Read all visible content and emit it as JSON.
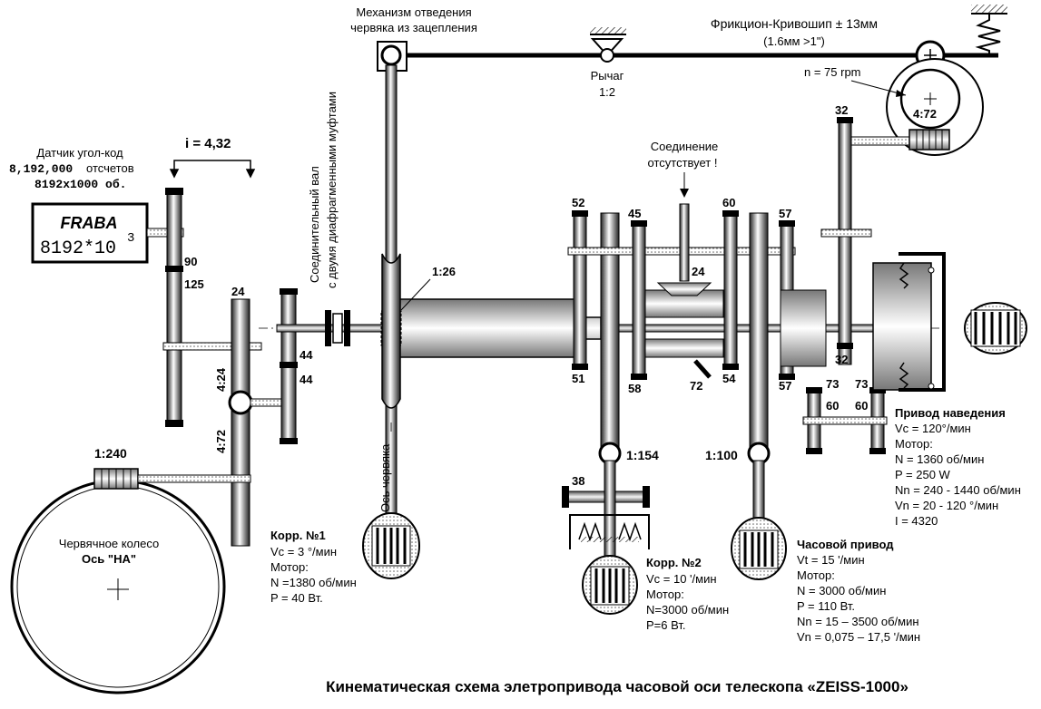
{
  "title": "Кинематическая схема элетропривода часовой оси телескопа «ZEISS-1000»",
  "sensor": {
    "caption1": "Датчик угол-код",
    "caption2_num": "8,192,000",
    "caption2_txt": "отсчетов",
    "caption3": "8192x1000 об.",
    "brand": "FRABA",
    "value": "8192*10",
    "exp": "3"
  },
  "ratio_i": "i = 4,32",
  "shaft_label": [
    "Соединительный вал",
    "с двумя диафрагменными муфтами"
  ],
  "retract_label": [
    "Механизм отведения",
    "червяка из зацепления"
  ],
  "lever": {
    "label": "Рычаг",
    "ratio": "1:2"
  },
  "friction": {
    "line1": "Фрикцион-Кривошип ± 13мм",
    "line2": "(1.6мм >1\")"
  },
  "rpm": "n = 75 rpm",
  "no_connection": [
    "Соединение",
    "отсутствует !"
  ],
  "worm_axis": "Ось червяка",
  "worm_wheel": {
    "line1": "Червячное колесо",
    "line2": "Ось \"НА\""
  },
  "ratios": {
    "r_1_26": "1:26",
    "r_1_240": "1:240",
    "r_1_154": "1:154",
    "r_1_100": "1:100",
    "r_4_24": "4:24",
    "r_4_72_left": "4:72",
    "r_4_72_top": "4:72"
  },
  "gear_numbers": {
    "g90": "90",
    "g125": "125",
    "g24a": "24",
    "g44a": "44",
    "g44b": "44",
    "g52": "52",
    "g51": "51",
    "g45": "45",
    "g58": "58",
    "g24b": "24",
    "g72": "72",
    "g60a": "60",
    "g54": "54",
    "g57a": "57",
    "g57b": "57",
    "g32a": "32",
    "g32b": "32",
    "g73a": "73",
    "g73b": "73",
    "g60b": "60",
    "g60c": "60",
    "g38": "38"
  },
  "corr1": {
    "title": "Корр. №1",
    "lines": [
      "Vc = 3 °/мин",
      "Мотор:",
      "N =1380 об/мин",
      "P = 40 Вт."
    ]
  },
  "corr2": {
    "title": "Корр. №2",
    "lines": [
      "Vc = 10 '/мин",
      "Мотор:",
      "N=3000 об/мин",
      "P=6 Вт."
    ]
  },
  "clock": {
    "title": "Часовой привод",
    "lines": [
      "Vt = 15 '/мин",
      "Мотор:",
      "N = 3000 об/мин",
      "P = 110 Вт.",
      "Nn = 15 – 3500 об/мин",
      "Vn = 0,075 – 17,5 '/мин"
    ]
  },
  "pointing": {
    "title": "Привод наведения",
    "lines": [
      "Vc = 120°/мин",
      "Мотор:",
      "N = 1360 об/мин",
      "P = 250 W",
      "Nn = 240 - 1440 об/мин",
      "Vn = 20 - 120 °/мин",
      "I =  4320"
    ]
  }
}
